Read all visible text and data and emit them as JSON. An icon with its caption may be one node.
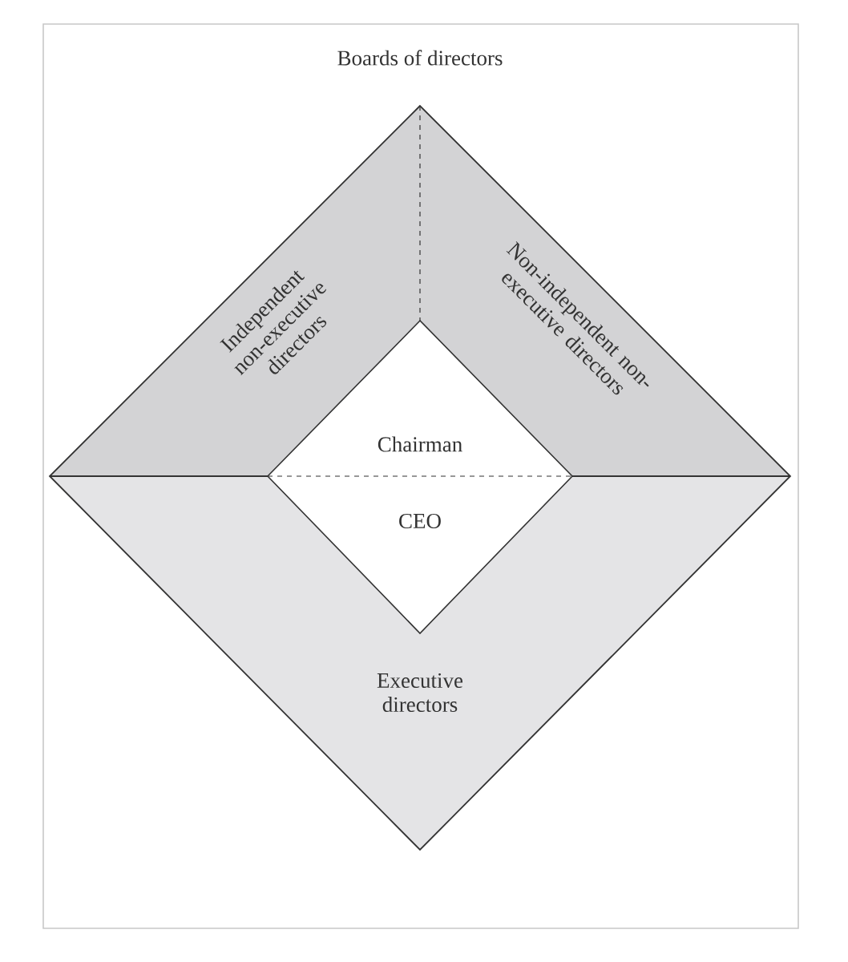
{
  "diagram": {
    "nodes": [
      {
        "text": [
          "Boards of directors"
        ]
      },
      {
        "text": [
          "Independent non-executive directors"
        ],
        "in": 0
      },
      {
        "text": [
          "Non-independent non-executive directors"
        ],
        "in": 0
      },
      {
        "text": [
          "Executive directors"
        ],
        "in": 0
      },
      {
        "text": [
          "Chairman"
        ],
        "in": 0
      },
      {
        "text": [
          "CEO"
        ],
        "in": 0
      }
    ]
  }
}
